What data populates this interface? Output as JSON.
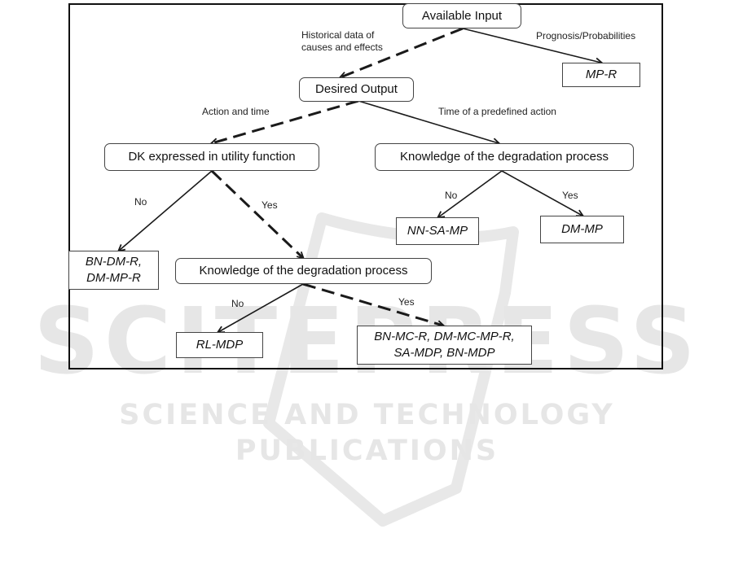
{
  "nodes": {
    "available_input": "Available Input",
    "mp_r": "MP-R",
    "desired_output": "Desired Output",
    "dk_utility": "DK expressed in utility function",
    "knowledge_top": "Knowledge of the degradation process",
    "nn_sa_mp": "NN-SA-MP",
    "dm_mp": "DM-MP",
    "bn_dm_r": "BN-DM-R,\nDM-MP-R",
    "knowledge_bottom": "Knowledge of the degradation process",
    "rl_mdp": "RL-MDP",
    "bn_mc_r": "BN-MC-R, DM-MC-MP-R,\nSA-MDP, BN-MDP"
  },
  "edge_labels": {
    "historical": "Historical data of\ncauses and effects",
    "prognosis": "Prognosis/Probabilities",
    "action_time": "Action and time",
    "time_predefined": "Time of a predefined action",
    "no_left": "No",
    "yes_left": "Yes",
    "no_right": "No",
    "yes_right": "Yes",
    "no_bottom": "No",
    "yes_bottom": "Yes"
  },
  "watermark": {
    "big": "SCITEPRESS",
    "small": "SCIENCE AND TECHNOLOGY PUBLICATIONS"
  },
  "colors": {
    "line": "#1a1a1a",
    "watermark": "#e6e6e6"
  }
}
